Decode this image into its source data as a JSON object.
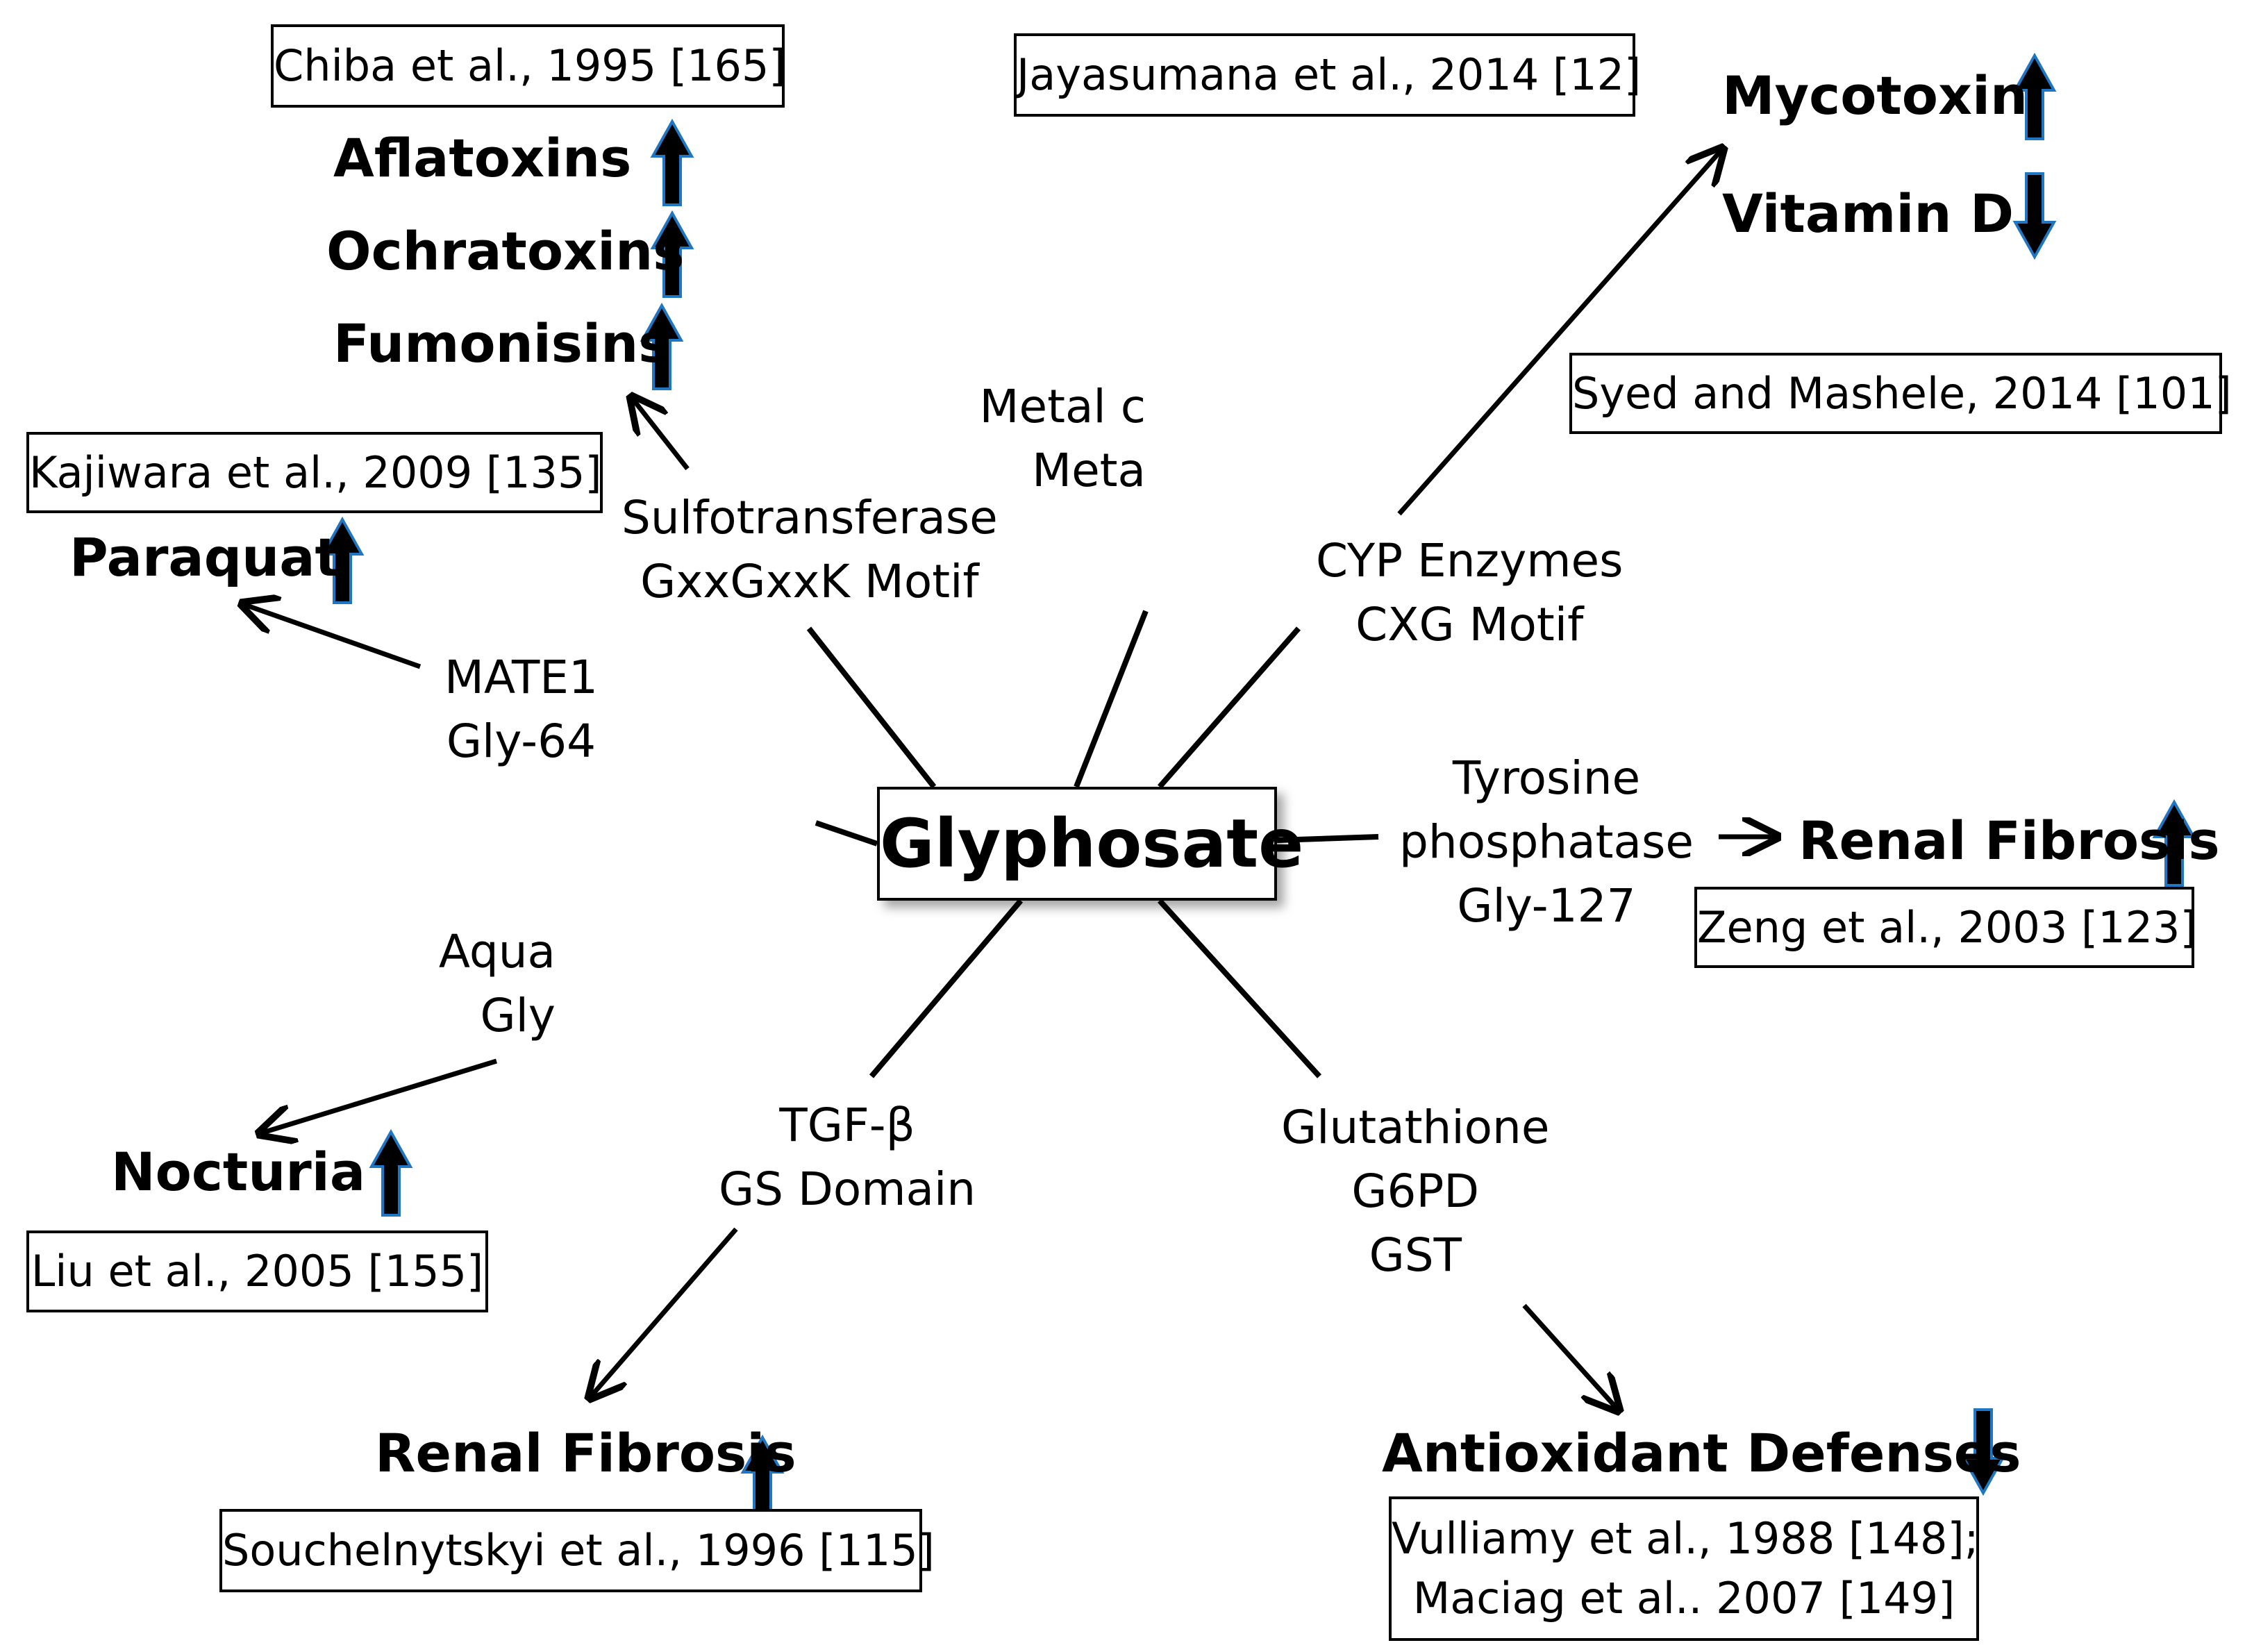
{
  "colors": {
    "arrow_fill": "#000000",
    "arrow_outline": "#1f77c4",
    "line": "#000000",
    "box_border": "#000000"
  },
  "hub": {
    "label": "Glyphosate"
  },
  "targets": {
    "sulfotransferase": [
      "Sulfotransferase",
      "GxxGxxK Motif"
    ],
    "metal": [
      "Metal c",
      "Meta"
    ],
    "cyp": [
      "CYP Enzymes",
      "CXG Motif"
    ],
    "mate1": [
      "MATE1",
      "Gly-64"
    ],
    "tyrosine": [
      "Tyrosine",
      "phosphatase",
      "Gly-127"
    ],
    "aqua": [
      "Aqua",
      "Gly"
    ],
    "tgf": [
      "TGF-β",
      "GS Domain"
    ],
    "glutathione": [
      "Glutathione",
      "G6PD",
      "GST"
    ]
  },
  "outcomes": {
    "aflatoxins": {
      "label": "Aflatoxins",
      "direction": "up"
    },
    "ochratoxins": {
      "label": "Ochratoxins",
      "direction": "up"
    },
    "fumonisins": {
      "label": "Fumonisins",
      "direction": "up"
    },
    "paraquat": {
      "label": "Paraquat",
      "direction": "up"
    },
    "mycotoxin": {
      "label": "Mycotoxin",
      "direction": "up"
    },
    "vitamin_d": {
      "label": "Vitamin D",
      "direction": "down"
    },
    "renal_fibrosis_right": {
      "label": "Renal Fibrosis",
      "direction": "up"
    },
    "nocturia": {
      "label": "Nocturia",
      "direction": "up"
    },
    "renal_fibrosis_bottom": {
      "label": "Renal Fibrosis",
      "direction": "up"
    },
    "antioxidant": {
      "label": "Antioxidant Defenses",
      "direction": "down"
    }
  },
  "references": {
    "chiba": [
      "Chiba et al., 1995 [165]"
    ],
    "jayasumana": [
      "Jayasumana et al., 2014 [12]"
    ],
    "syed": [
      "Syed and Mashele, 2014 [101]"
    ],
    "kajiwara": [
      "Kajiwara et al., 2009 [135]"
    ],
    "zeng": [
      "Zeng et al., 2003 [123]"
    ],
    "liu": [
      "Liu et al., 2005 [155]"
    ],
    "souchelnytskyi": [
      "Souchelnytskyi et al., 1996 [115]"
    ],
    "vulliamy": [
      "Vulliamy et al., 1988 [148];",
      "Maciag et al.. 2007 [149]"
    ]
  }
}
